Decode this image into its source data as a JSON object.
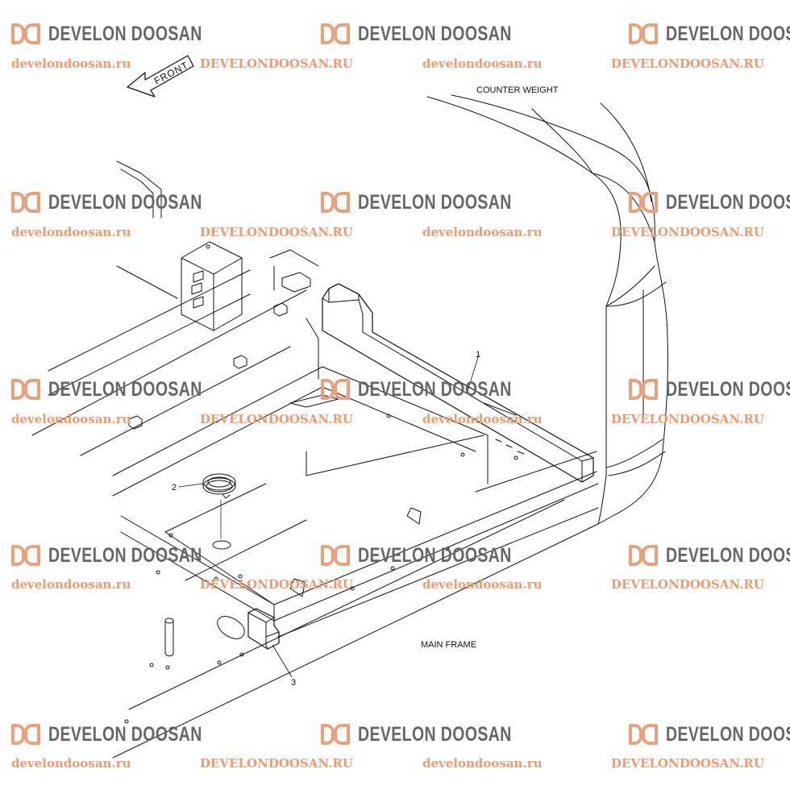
{
  "labels": {
    "front": "FRONT",
    "counter_weight": "COUNTER WEIGHT",
    "main_frame": "MAIN FRAME",
    "part1": "1",
    "part2": "2",
    "part3": "3"
  },
  "watermark": {
    "brand": "DEVELON DOOSAN",
    "url_lower": "develondoosan.ru",
    "url_upper": "DEVELONDOOSAN.RU"
  },
  "colors": {
    "line": "#111111",
    "watermark_accent": "#ef9a70",
    "watermark_text": "#666666"
  }
}
